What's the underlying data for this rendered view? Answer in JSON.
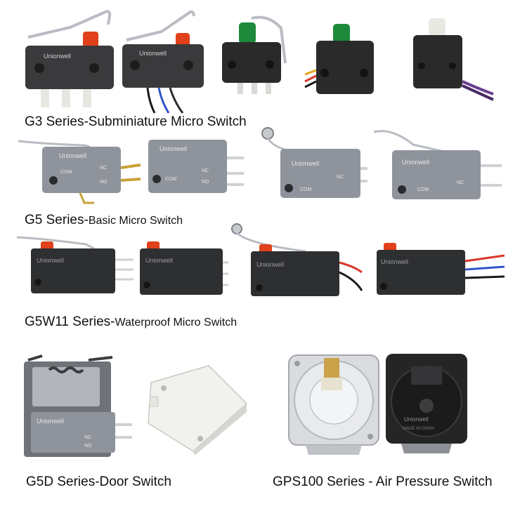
{
  "brand": "Unionwell",
  "rows": {
    "g3": {
      "lead": "G3 Series-Subminiature Micro Switch",
      "rest": ""
    },
    "g5": {
      "lead": "G5 Series-",
      "rest": "Basic Micro Switch"
    },
    "g5w11": {
      "lead": "G5W11 Series-",
      "rest": "Waterproof  Micro Switch"
    },
    "g5d": {
      "lead": "G5D Series-Door Switch",
      "rest": ""
    },
    "gps100": {
      "lead": "GPS100 Series - Air Pressure Switch",
      "rest": ""
    }
  },
  "terminal_labels": {
    "com": "COM",
    "nc": "NC",
    "no": "NO"
  },
  "gps_labels": {
    "made_in": "MADE IN CHINA"
  },
  "colors": {
    "g3_body": "#3a3a3c",
    "g5_body": "#8f949c",
    "g5w11_body": "#2e2f31",
    "actuator_red": "#e0401a",
    "actuator_green": "#1c8a3a",
    "actuator_white": "#e9e9e4",
    "lever_metal": "#b9bcc2",
    "gps_housing": "#d9dbdf",
    "gps_black": "#252526",
    "door_white": "#f1f1ee"
  }
}
